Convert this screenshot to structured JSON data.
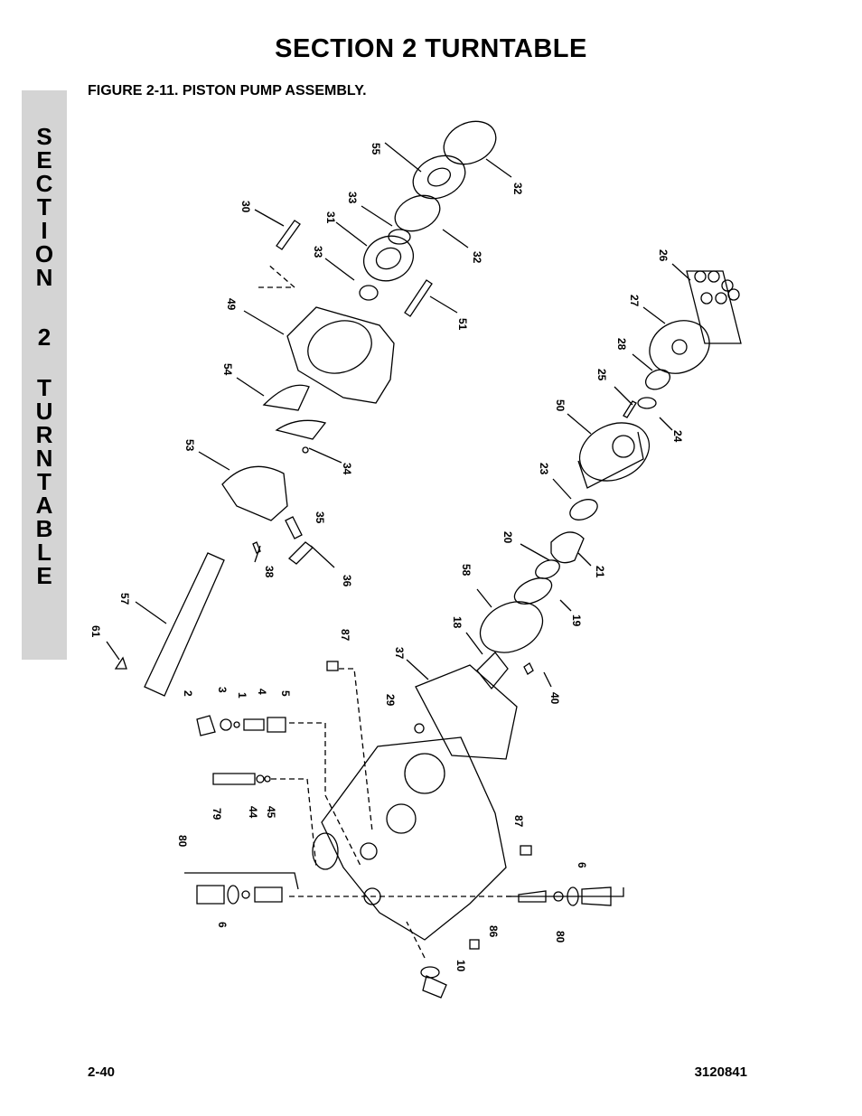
{
  "header": {
    "title": "SECTION 2   TURNTABLE"
  },
  "figure": {
    "title": "FIGURE 2-11.  PISTON PUMP ASSEMBLY."
  },
  "side_tab": {
    "letters": [
      "S",
      "E",
      "C",
      "T",
      "I",
      "O",
      "N",
      "2",
      "T",
      "U",
      "R",
      "N",
      "T",
      "A",
      "B",
      "L",
      "E"
    ]
  },
  "footer": {
    "page": "2-40",
    "doc_number": "3120841"
  },
  "callouts": {
    "c55": "55",
    "c32a": "32",
    "c30": "30",
    "c33a": "33",
    "c31": "31",
    "c32b": "32",
    "c33b": "33",
    "c49": "49",
    "c51": "51",
    "c26": "26",
    "c27": "27",
    "c28": "28",
    "c25": "25",
    "c24": "24",
    "c54": "54",
    "c34": "34",
    "c50": "50",
    "c53": "53",
    "c23": "23",
    "c35": "35",
    "c20": "20",
    "c21": "21",
    "c38": "38",
    "c36": "36",
    "c58": "58",
    "c57": "57",
    "c19": "19",
    "c18": "18",
    "c61": "61",
    "c87a": "87",
    "c37": "37",
    "c40": "40",
    "c2": "2",
    "c3": "3",
    "c1": "1",
    "c4": "4",
    "c5": "5",
    "c29": "29",
    "c79": "79",
    "c44": "44",
    "c45": "45",
    "c87b": "87",
    "c80a": "80",
    "c6a": "6",
    "c6b": "6",
    "c86": "86",
    "c80b": "80",
    "c10": "10"
  }
}
